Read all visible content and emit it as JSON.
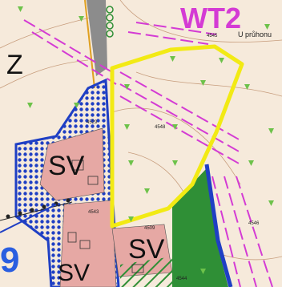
{
  "map": {
    "zone_labels": {
      "wt2": "WT2",
      "z": "Z",
      "sv_upper": "SV",
      "sv_lower_right": "SV",
      "sv_lower_left": "SV",
      "edge_digit": "9"
    },
    "place_label": "U průhonu",
    "parcel_numbers": {
      "p1": "4545",
      "p2": "4548",
      "p3": "4546",
      "p4": "4544",
      "p5": "4543",
      "p6": "4529",
      "p7": "4509"
    },
    "colors": {
      "background": "#f6eadb",
      "sv_fill": "#e6a8a4",
      "blue_hatch": "#1f3fc4",
      "magenta": "#d43bd4",
      "green_forest": "#2f8f36",
      "highlight_outline": "#f2ea14",
      "arrow_green": "#6dc24a",
      "road": "#8c8c8c"
    }
  }
}
